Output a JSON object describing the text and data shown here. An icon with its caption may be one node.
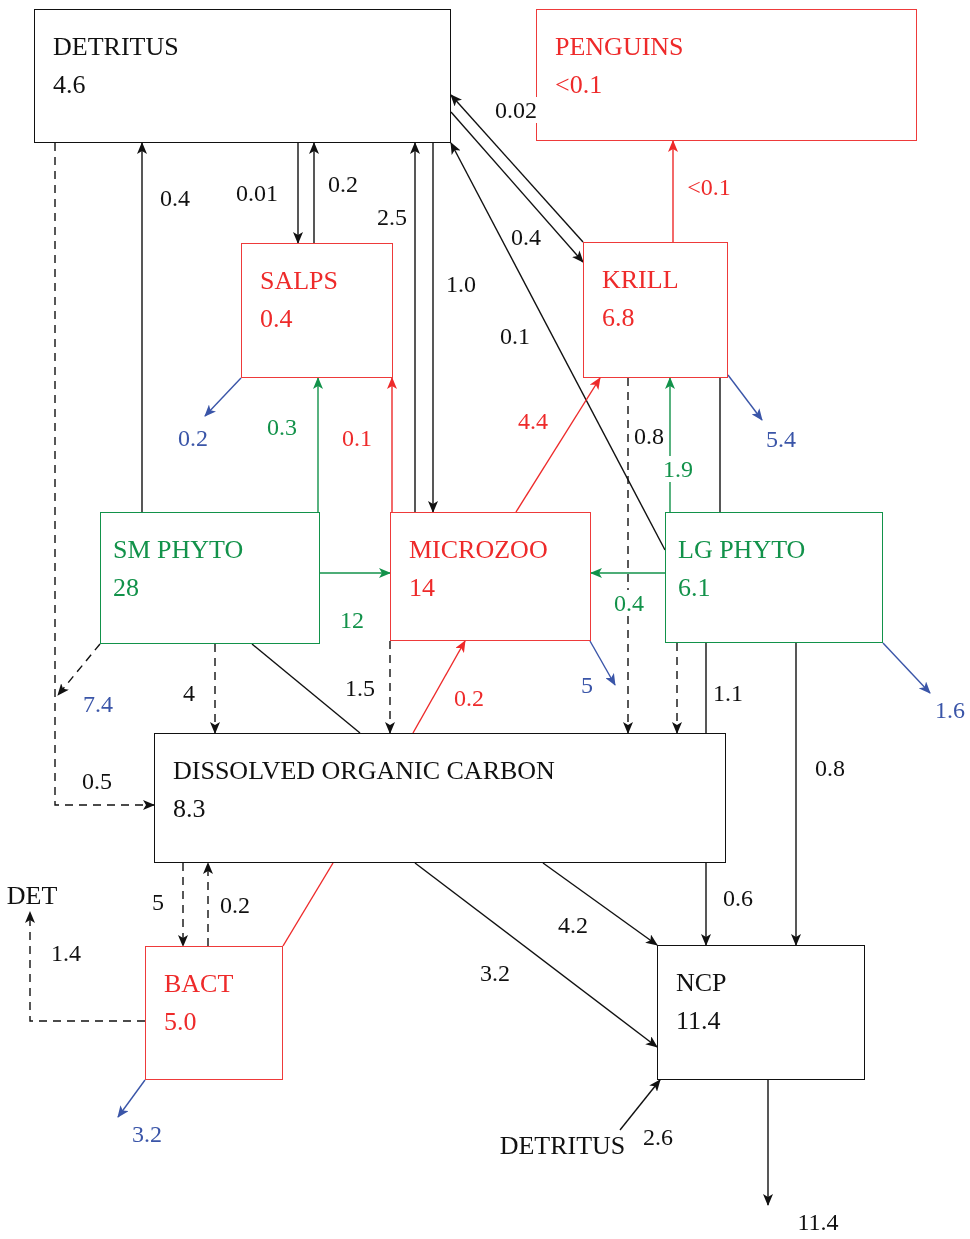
{
  "diagram": {
    "nodes": [
      {
        "text": [
          "DETRITUS",
          "4.6"
        ]
      },
      {
        "text": [
          "PENGUINS",
          "<0.1"
        ]
      },
      {
        "text": [
          "SALPS",
          "0.4"
        ]
      },
      {
        "text": [
          "KRILL",
          "6.8"
        ]
      },
      {
        "text": [
          "SM PHYTO",
          "28"
        ]
      },
      {
        "text": [
          "MICROZOO",
          "14"
        ]
      },
      {
        "text": [
          "LG PHYTO",
          "6.1"
        ]
      },
      {
        "text": [
          "DISSOLVED ORGANIC CARBON",
          "8.3"
        ]
      },
      {
        "text": [
          "BACT",
          "5.0"
        ]
      },
      {
        "text": [
          "NCP",
          "11.4"
        ]
      },
      {
        "text": [
          "DET"
        ]
      },
      {
        "text": [
          "DETRITUS"
        ]
      }
    ],
    "edges": [
      {
        "from": 4,
        "to": 0,
        "arrow": "to",
        "label": "0.4"
      },
      {
        "from": 0,
        "to": 2,
        "arrow": "to",
        "label": "0.01"
      },
      {
        "from": 2,
        "to": 0,
        "arrow": "to",
        "label": "0.2"
      },
      {
        "from": 5,
        "to": 0,
        "arrow": "to",
        "label": "2.5"
      },
      {
        "from": 0,
        "to": 5,
        "arrow": "to",
        "label": "1.0"
      },
      {
        "from": 3,
        "to": 0,
        "arrow": "to",
        "label": "0.02"
      },
      {
        "from": 0,
        "to": 3,
        "arrow": "to",
        "label": "0.4"
      },
      {
        "from": 6,
        "to": 0,
        "arrow": "to",
        "label": "0.1"
      },
      {
        "from": 3,
        "to": 1,
        "arrow": "to",
        "label": "<0.1",
        "color": "#ee2a2a"
      },
      {
        "from": 2,
        "to": null,
        "arrow": "to",
        "label": "0.2",
        "color": "#3a55a8"
      },
      {
        "from": 4,
        "to": 2,
        "arrow": "to",
        "label": "0.3",
        "color": "#12924a"
      },
      {
        "from": 5,
        "to": 2,
        "arrow": "to",
        "label": "0.1",
        "color": "#ee2a2a"
      },
      {
        "from": 5,
        "to": 3,
        "arrow": "to",
        "label": "4.4",
        "color": "#ee2a2a"
      },
      {
        "from": 3,
        "to": 7,
        "arrow": "to",
        "label": "0.8",
        "style": "dashed"
      },
      {
        "from": 6,
        "to": 3,
        "arrow": "to",
        "label": "1.9",
        "color": "#12924a"
      },
      {
        "from": 3,
        "to": null,
        "arrow": "to",
        "label": "5.4",
        "color": "#3a55a8"
      },
      {
        "from": 3,
        "to": 6,
        "arrow": "none"
      },
      {
        "from": 6,
        "to": 7,
        "arrow": "none",
        "label": "1.1"
      },
      {
        "from": 6,
        "to": 5,
        "arrow": "to",
        "label": "0.4",
        "color": "#12924a"
      },
      {
        "from": 4,
        "to": 5,
        "arrow": "to",
        "label": "12",
        "color": "#12924a"
      },
      {
        "from": 4,
        "to": null,
        "arrow": "to",
        "label": "7.4",
        "style": "dashed"
      },
      {
        "from": 0,
        "to": 7,
        "arrow": "to",
        "label": "0.5",
        "style": "dashed"
      },
      {
        "from": 4,
        "to": 7,
        "arrow": "to",
        "label": "4",
        "style": "dashed"
      },
      {
        "from": 4,
        "to": 7,
        "arrow": "none"
      },
      {
        "from": 5,
        "to": 7,
        "arrow": "to",
        "label": "1.5",
        "style": "dashed"
      },
      {
        "from": 7,
        "to": 5,
        "arrow": "to",
        "label": "0.2",
        "color": "#ee2a2a"
      },
      {
        "from": 5,
        "to": null,
        "arrow": "to",
        "label": "5",
        "color": "#3a55a8"
      },
      {
        "from": 6,
        "to": 7,
        "arrow": "to",
        "style": "dashed"
      },
      {
        "from": 6,
        "to": 9,
        "arrow": "to",
        "label": "0.8"
      },
      {
        "from": 6,
        "to": null,
        "arrow": "to",
        "label": "1.6",
        "color": "#3a55a8"
      },
      {
        "from": 7,
        "to": 9,
        "arrow": "to",
        "label": "4.2"
      },
      {
        "from": 7,
        "to": 9,
        "arrow": "to",
        "label": "3.2"
      },
      {
        "from": 7,
        "to": 9,
        "arrow": "to",
        "label": "0.6"
      },
      {
        "from": 7,
        "to": 8,
        "arrow": "to",
        "label": "5",
        "style": "dashed"
      },
      {
        "from": 8,
        "to": 7,
        "arrow": "to",
        "label": "0.2",
        "style": "dashed"
      },
      {
        "from": 8,
        "to": 7,
        "arrow": "none",
        "color": "#ee2a2a"
      },
      {
        "from": 8,
        "to": 10,
        "arrow": "to",
        "label": "1.4",
        "style": "dashed"
      },
      {
        "from": 8,
        "to": null,
        "arrow": "to",
        "label": "3.2",
        "color": "#3a55a8"
      },
      {
        "from": 11,
        "to": 9,
        "arrow": "to",
        "label": "2.6"
      },
      {
        "from": 9,
        "to": null,
        "arrow": "to",
        "label": "11.4"
      }
    ]
  }
}
